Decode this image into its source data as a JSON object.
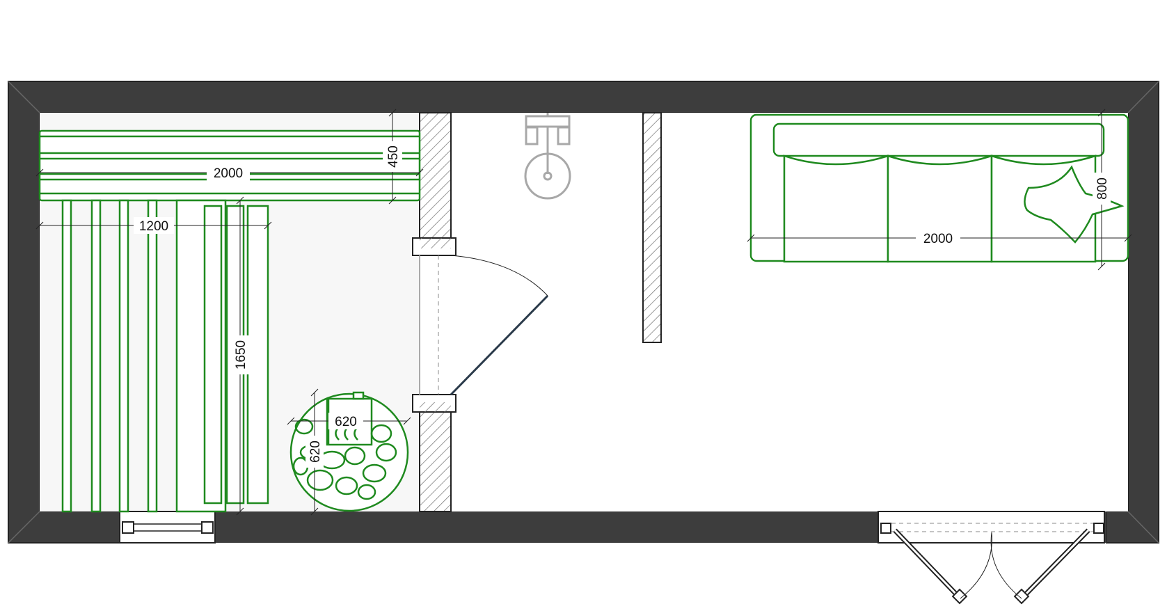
{
  "plan": {
    "colors": {
      "wall": "#3d3d3d",
      "furniture": "#1f8a1f",
      "fixture": "#a8a8a8",
      "floor_left": "#f7f7f7"
    },
    "bench_upper_length": "2000",
    "bench_upper_depth": "450",
    "bench_lower_width": "1200",
    "bench_lower_length": "1650",
    "stove_width": "620",
    "stove_depth": "620",
    "sofa_length": "2000",
    "sofa_depth": "800"
  }
}
